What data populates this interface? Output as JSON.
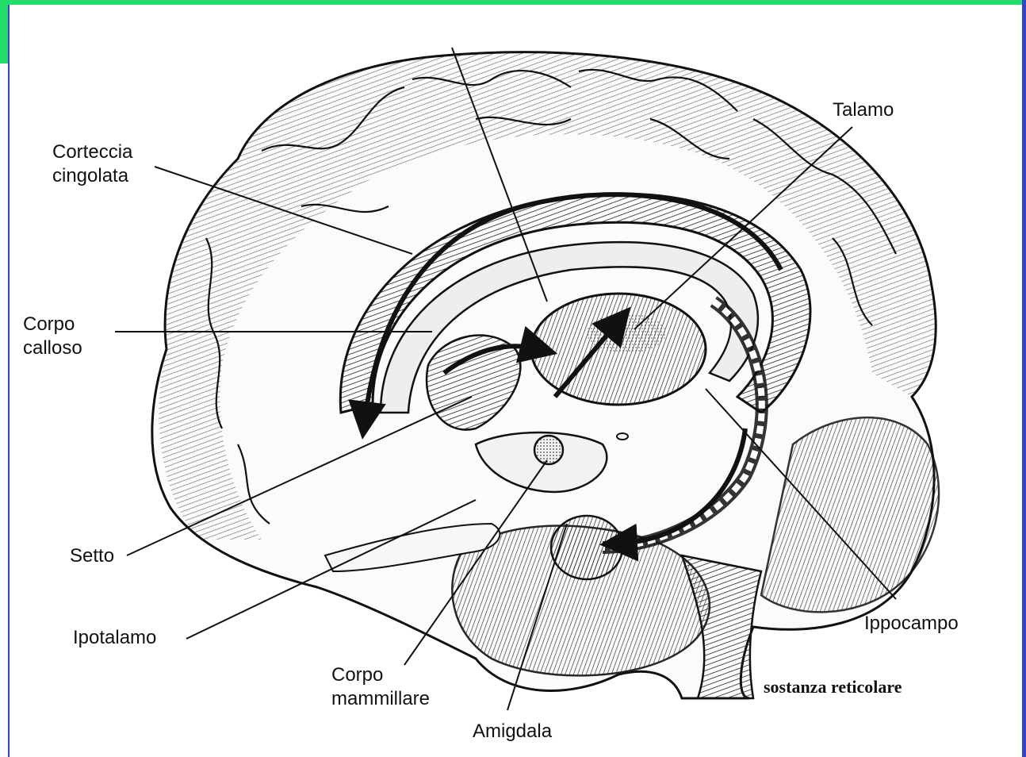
{
  "colors": {
    "frame_green": "#22dd66",
    "frame_blue": "#3344cc",
    "ink": "#111111",
    "background": "#ffffff"
  },
  "labels": {
    "corteccia_line1": "Corteccia",
    "corteccia_line2": "cingolata",
    "corpo_calloso_line1": "Corpo",
    "corpo_calloso_line2": "calloso",
    "talamo": "Talamo",
    "setto": "Setto",
    "ipotalamo": "Ipotalamo",
    "corpo_mammillare_line1": "Corpo",
    "corpo_mammillare_line2": "mammillare",
    "amigdala": "Amigdala",
    "ippocampo": "Ippocampo",
    "sostanza_reticolare": "sostanza reticolare"
  }
}
